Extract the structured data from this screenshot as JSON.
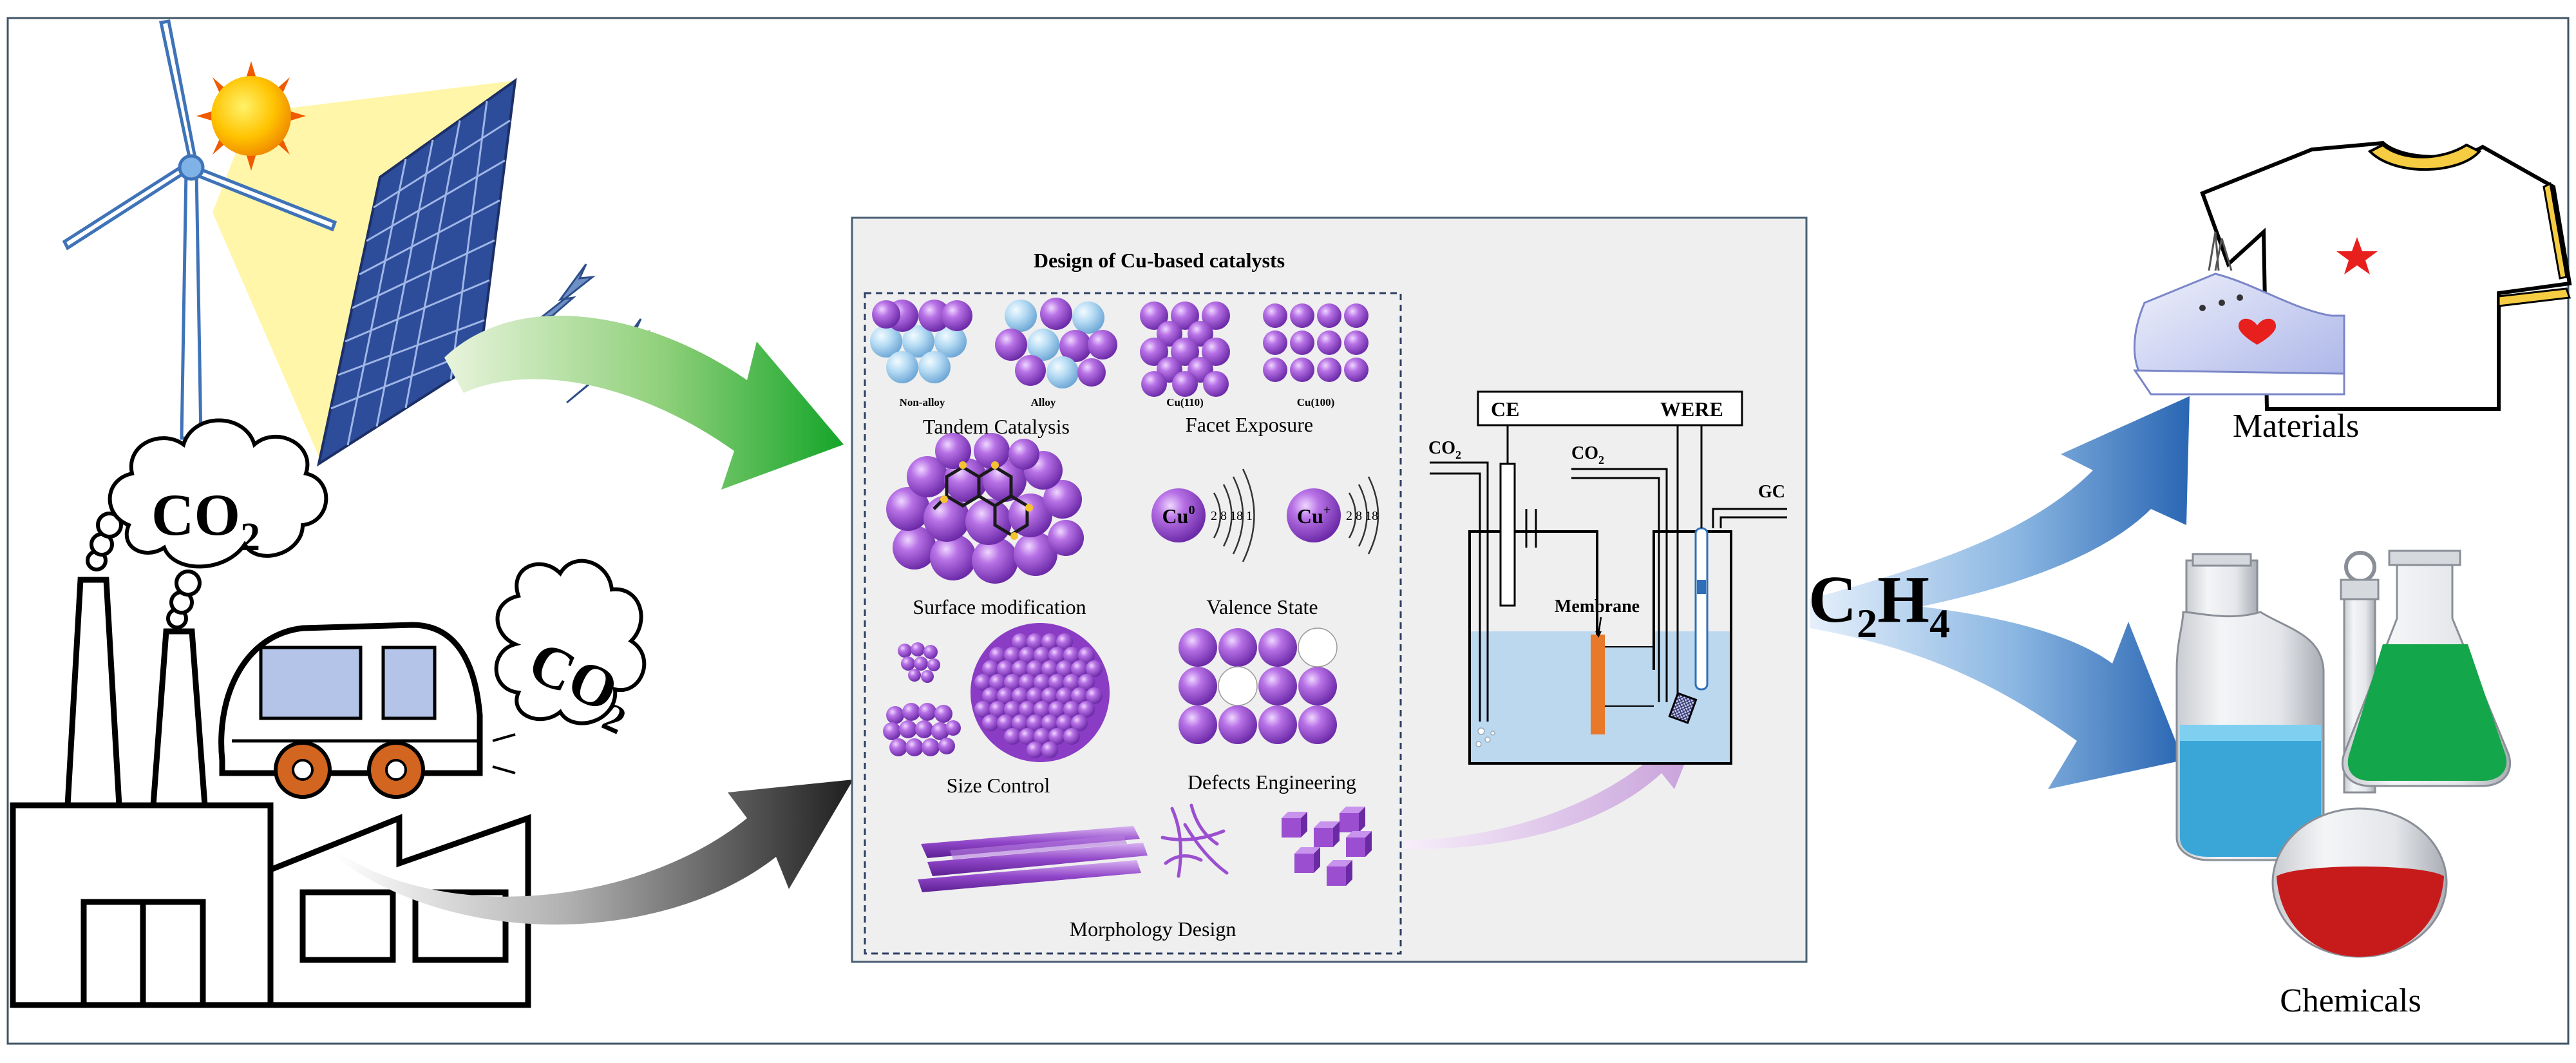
{
  "panel": {
    "title": "Design of Cu-based catalysts",
    "strategies": {
      "non_alloy": "Non-alloy",
      "alloy": "Alloy",
      "tandem": "Tandem Catalysis",
      "cu110": "Cu(110)",
      "cu100": "Cu(100)",
      "facet": "Facet Exposure",
      "surface": "Surface  modification",
      "cu0": "Cu",
      "cu0_sup": "0",
      "cu0_shells": "2 8 18 1",
      "cuplus": "Cu",
      "cuplus_sup": "+",
      "cuplus_shells": "2 8 18",
      "valence": "Valence State",
      "size": "Size Control",
      "defects": "Defects  Engineering",
      "morphology": "Morphology Design"
    }
  },
  "cell": {
    "ce": "CE",
    "were": "WERE",
    "co2_left": "CO",
    "co2_left_sub": "2",
    "co2_right": "CO",
    "co2_right_sub": "2",
    "gc": "GC",
    "membrane": "Membrane"
  },
  "emissions": {
    "co2_factory": "CO",
    "co2_factory_sub": "2",
    "co2_car": "CO",
    "co2_car_sub": "2"
  },
  "product": {
    "c2h4_c": "C",
    "c2h4_2": "2",
    "c2h4_h": "H",
    "c2h4_4": "4"
  },
  "outputs": {
    "materials": "Materials",
    "chemicals": "Chemicals"
  },
  "colors": {
    "frame": "#3f5466",
    "cu_purple": "#9b4fd0",
    "alloy_blue": "#a8d2ee",
    "electrolyte": "#bcd8ef",
    "membrane": "#e8782a",
    "arrow_blue": "#2f6fb8",
    "arrow_green": "#22a52b",
    "arrow_dark": "#2a2a2a",
    "arrow_pink": "#c9a3d8",
    "sun": "#f4a600",
    "panel_bg": "#efefef"
  }
}
